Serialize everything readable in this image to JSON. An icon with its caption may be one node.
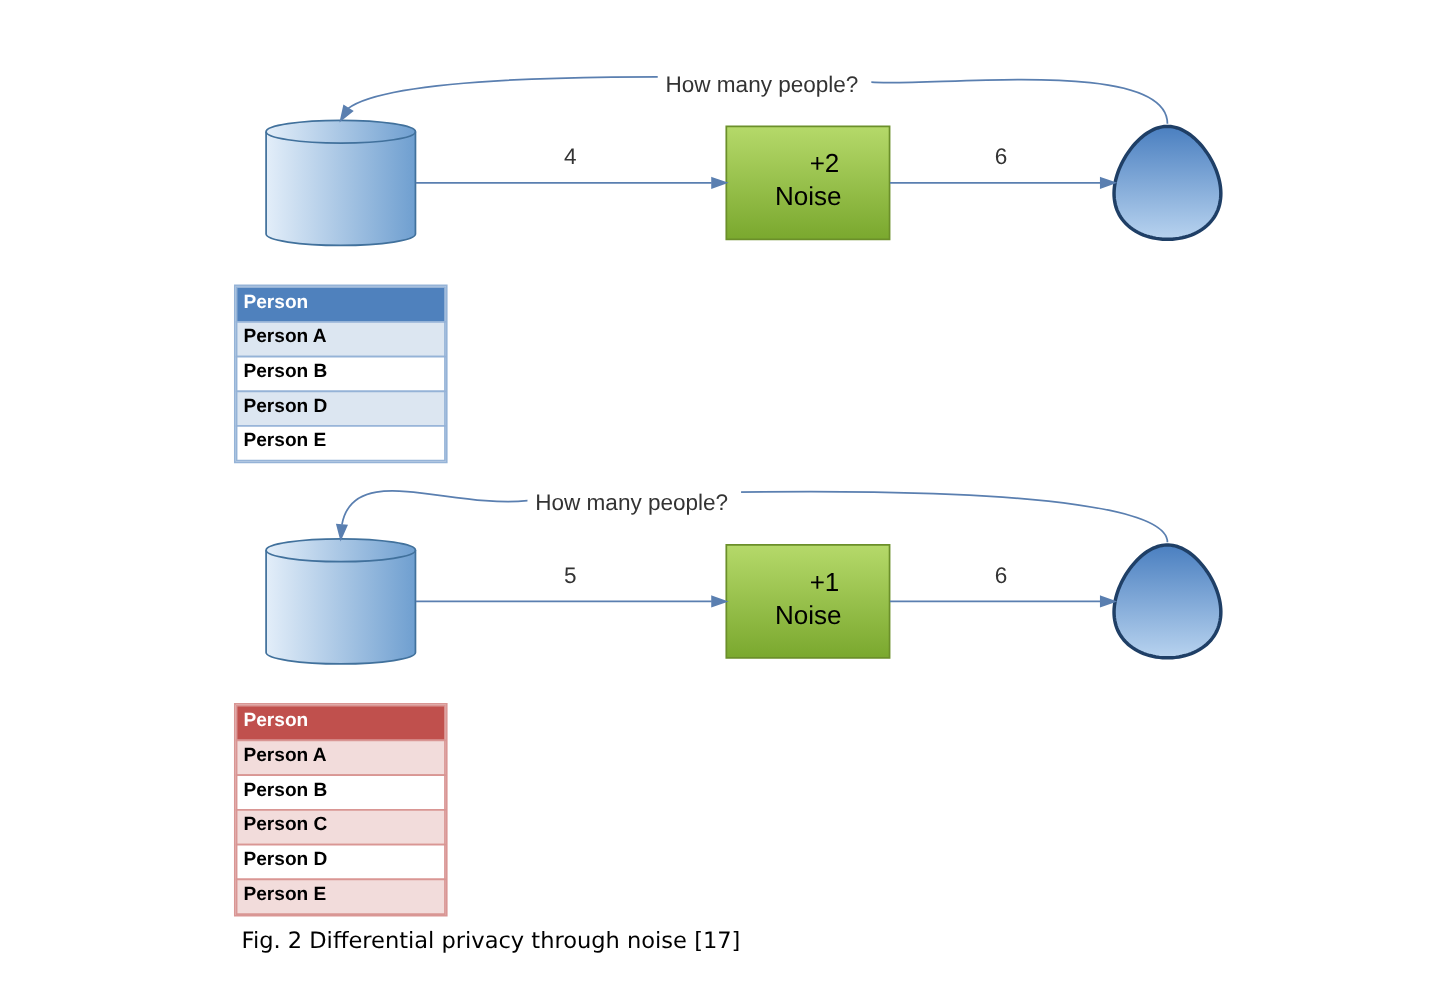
{
  "diagram": {
    "caption": "Fig. 2 Differential privacy through noise [17]",
    "nodes": [
      {
        "text": [],
        "shape": "cylinder"
      },
      {
        "text": [
          "Person",
          "Person A",
          "Person B",
          "Person D",
          "Person E"
        ]
      },
      {
        "text": [
          "+2",
          "Noise"
        ]
      },
      {
        "text": [],
        "shape": "person"
      },
      {
        "text": [],
        "shape": "cylinder"
      },
      {
        "text": [
          "Person",
          "Person A",
          "Person B",
          "Person C",
          "Person D",
          "Person E"
        ]
      },
      {
        "text": [
          "+1",
          "Noise"
        ]
      },
      {
        "text": [],
        "shape": "person"
      }
    ],
    "edges": [
      {
        "from": 0,
        "to": 2,
        "arrow": "to",
        "label": "4"
      },
      {
        "from": 2,
        "to": 3,
        "arrow": "to",
        "label": "6"
      },
      {
        "from": 3,
        "to": 0,
        "arrow": "to",
        "label": "How many people?"
      },
      {
        "from": 4,
        "to": 6,
        "arrow": "to",
        "label": "5"
      },
      {
        "from": 6,
        "to": 7,
        "arrow": "to",
        "label": "6"
      },
      {
        "from": 7,
        "to": 4,
        "arrow": "to",
        "label": "How many people?"
      }
    ]
  }
}
